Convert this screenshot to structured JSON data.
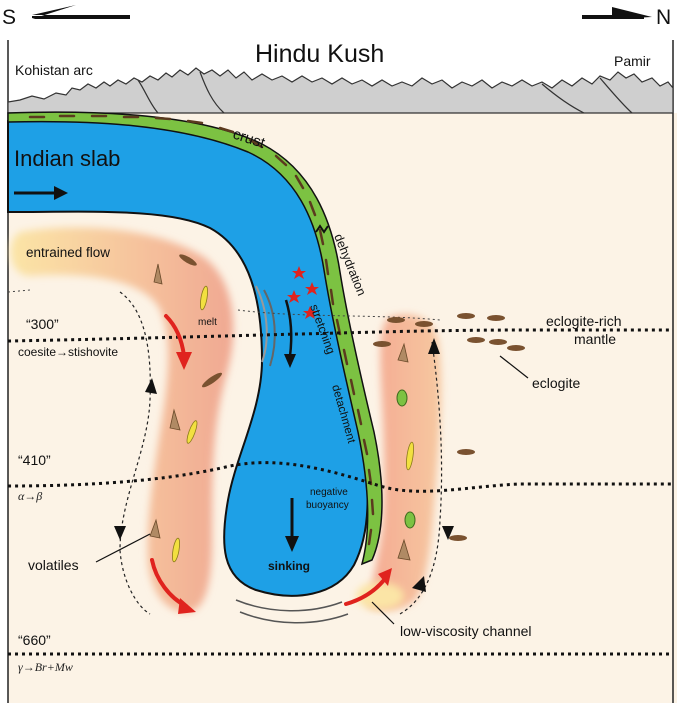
{
  "directions": {
    "left": "S",
    "right": "N"
  },
  "title": "Hindu Kush",
  "regions": {
    "west": "Kohistan arc",
    "east": "Pamir"
  },
  "labels": {
    "slab": "Indian slab",
    "crust": "crust",
    "dehydration": "dehydration",
    "entrained_flow": "entrained flow",
    "melt": "melt",
    "stretching": "stretching",
    "detachment": "detachment",
    "negative_buoyancy_1": "negative",
    "negative_buoyancy_2": "buoyancy",
    "sinking": "sinking",
    "eclogite_rich_1": "eclogite-rich",
    "eclogite_rich_2": "mantle",
    "eclogite": "eclogite",
    "volatiles": "volatiles",
    "low_viscosity_channel": "low-viscosity channel"
  },
  "depths": [
    {
      "label": "“300”",
      "transition": "coesite→stishovite"
    },
    {
      "label": "“410”",
      "transition": "α→β"
    },
    {
      "label": "“660”",
      "transition": "γ→Br+Mw"
    }
  ],
  "colors": {
    "mantle_bg": "#fcf3e6",
    "slab": "#1ea0e6",
    "crust": "#7cc242",
    "flow": "#f3b98f",
    "arrow_red": "#e0231e",
    "star": "#e0231e",
    "eclogite": "#7a5230"
  }
}
